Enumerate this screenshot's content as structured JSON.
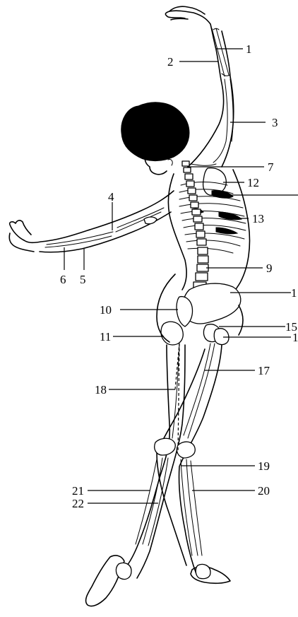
{
  "labels": {
    "l1": "1",
    "l2": "2",
    "l3": "3",
    "l4": "4",
    "l5": "5",
    "l6": "6",
    "l7": "7",
    "l9": "9",
    "l10": "10",
    "l11": "11",
    "l12": "12",
    "l13": "13",
    "l14": "1",
    "l15": "15",
    "l16": "1",
    "l17": "17",
    "l18": "18",
    "l19": "19",
    "l20": "20",
    "l21": "21",
    "l22": "22"
  }
}
